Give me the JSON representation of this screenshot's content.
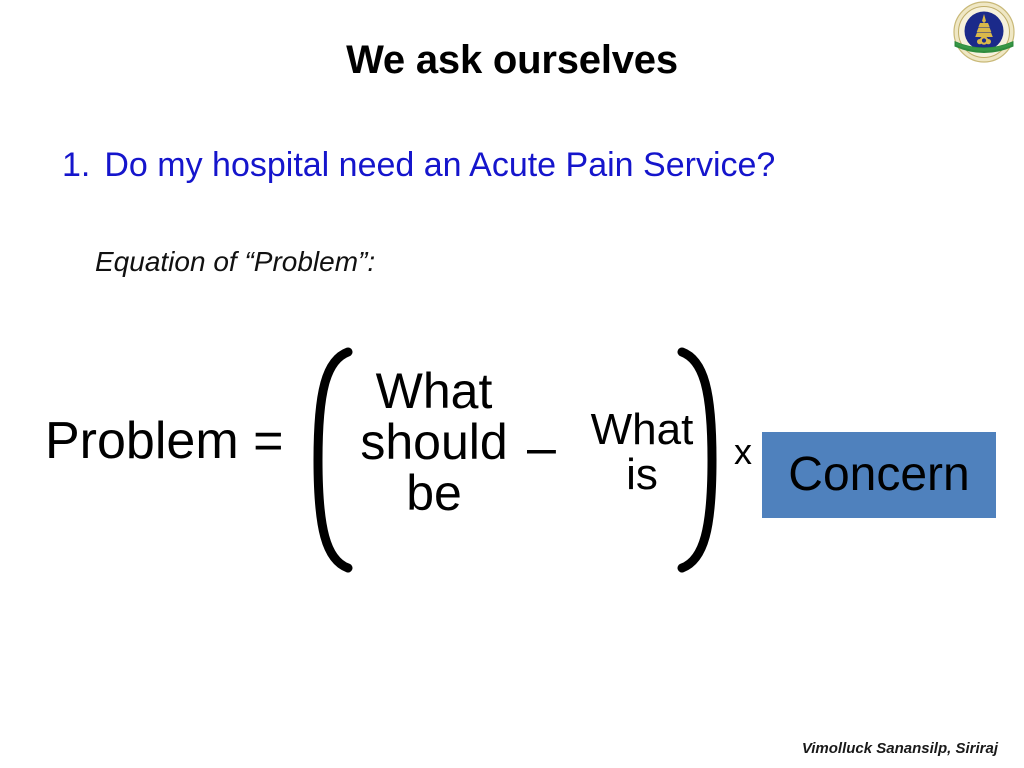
{
  "slide": {
    "background_color": "#FFFFFF",
    "title": "We ask ourselves",
    "title_color": "#000000"
  },
  "logo": {
    "name": "mahidol-university-emblem",
    "ring_color": "#E8DCA8",
    "center_color": "#1B2A8A",
    "emblem_color": "#D4B443",
    "banner_color": "#2E8B3D"
  },
  "question": {
    "number": "1.",
    "text": "Do my hospital need an Acute Pain Service?",
    "color": "#1515CC"
  },
  "equation_label": {
    "text": "Equation of “Problem”:"
  },
  "equation": {
    "lhs": "Problem =",
    "bracket_open": "(",
    "bracket_close": ")",
    "minuend": {
      "line1": "What",
      "line2": "should",
      "line3": "be"
    },
    "minus_operator": "–",
    "subtrahend": {
      "line1": "What",
      "line2": "is"
    },
    "multiply_operator": "x",
    "concern_label": "Concern",
    "concern_highlight_color": "#4F81BD"
  },
  "footer": {
    "text": "Vimolluck Sanansilp, Siriraj"
  }
}
